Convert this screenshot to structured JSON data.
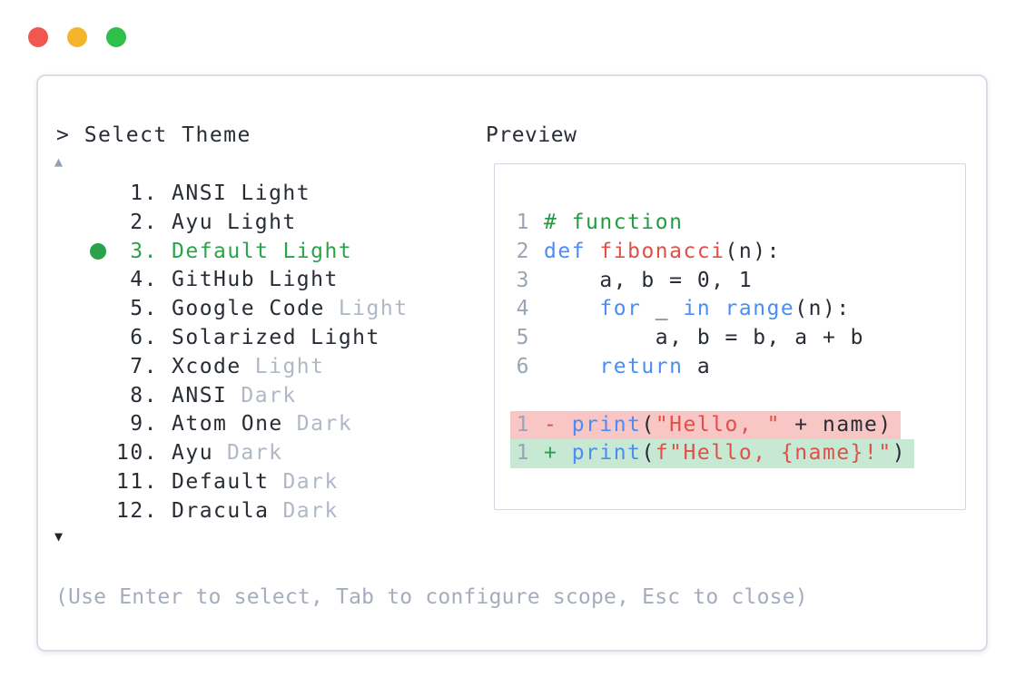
{
  "window": {
    "traffic_lights": [
      {
        "name": "close",
        "color": "#f2574f"
      },
      {
        "name": "minimize",
        "color": "#f4b52d"
      },
      {
        "name": "zoom",
        "color": "#2fbf4a"
      }
    ]
  },
  "palette": {
    "prompt": "> Select Theme",
    "scroll_up": "▲",
    "scroll_down": "▼",
    "items": [
      {
        "number": "1.",
        "name": "ANSI",
        "variant": "Light",
        "variant_dim": false,
        "selected": false
      },
      {
        "number": "2.",
        "name": "Ayu",
        "variant": "Light",
        "variant_dim": false,
        "selected": false
      },
      {
        "number": "3.",
        "name": "Default",
        "variant": "Light",
        "variant_dim": false,
        "selected": true
      },
      {
        "number": "4.",
        "name": "GitHub",
        "variant": "Light",
        "variant_dim": false,
        "selected": false
      },
      {
        "number": "5.",
        "name": "Google Code",
        "variant": "Light",
        "variant_dim": true,
        "selected": false
      },
      {
        "number": "6.",
        "name": "Solarized",
        "variant": "Light",
        "variant_dim": false,
        "selected": false
      },
      {
        "number": "7.",
        "name": "Xcode",
        "variant": "Light",
        "variant_dim": true,
        "selected": false
      },
      {
        "number": "8.",
        "name": "ANSI",
        "variant": "Dark",
        "variant_dim": true,
        "selected": false
      },
      {
        "number": "9.",
        "name": "Atom One",
        "variant": "Dark",
        "variant_dim": true,
        "selected": false
      },
      {
        "number": "10.",
        "name": "Ayu",
        "variant": "Dark",
        "variant_dim": true,
        "selected": false
      },
      {
        "number": "11.",
        "name": "Default",
        "variant": "Dark",
        "variant_dim": true,
        "selected": false
      },
      {
        "number": "12.",
        "name": "Dracula",
        "variant": "Dark",
        "variant_dim": true,
        "selected": false
      }
    ],
    "hint": "(Use Enter to select, Tab to configure scope, Esc to close)"
  },
  "preview": {
    "label": "Preview",
    "code_lines": [
      {
        "number": "1",
        "tokens": [
          {
            "text": "# function",
            "style": "comment"
          }
        ]
      },
      {
        "number": "2",
        "tokens": [
          {
            "text": "def",
            "style": "keyword"
          },
          {
            "text": " ",
            "style": "plain"
          },
          {
            "text": "fibonacci",
            "style": "name"
          },
          {
            "text": "(n):",
            "style": "plain"
          }
        ]
      },
      {
        "number": "3",
        "tokens": [
          {
            "text": "    a, b = 0, 1",
            "style": "plain"
          }
        ]
      },
      {
        "number": "4",
        "tokens": [
          {
            "text": "    ",
            "style": "plain"
          },
          {
            "text": "for",
            "style": "keyword"
          },
          {
            "text": " _ ",
            "style": "plain"
          },
          {
            "text": "in",
            "style": "keyword"
          },
          {
            "text": " ",
            "style": "plain"
          },
          {
            "text": "range",
            "style": "keyword"
          },
          {
            "text": "(n):",
            "style": "plain"
          }
        ]
      },
      {
        "number": "5",
        "tokens": [
          {
            "text": "        a, b = b, a + b",
            "style": "plain"
          }
        ]
      },
      {
        "number": "6",
        "tokens": [
          {
            "text": "    ",
            "style": "plain"
          },
          {
            "text": "return",
            "style": "keyword"
          },
          {
            "text": " a",
            "style": "plain"
          }
        ]
      }
    ],
    "diff_lines": [
      {
        "number": "1",
        "kind": "removed",
        "tokens": [
          {
            "text": "- ",
            "style": "removed-marker"
          },
          {
            "text": "print",
            "style": "keyword"
          },
          {
            "text": "(",
            "style": "plain"
          },
          {
            "text": "\"Hello, \"",
            "style": "string"
          },
          {
            "text": " + name)",
            "style": "plain"
          }
        ]
      },
      {
        "number": "1",
        "kind": "added",
        "tokens": [
          {
            "text": "+ ",
            "style": "added-marker"
          },
          {
            "text": "print",
            "style": "keyword"
          },
          {
            "text": "(",
            "style": "plain"
          },
          {
            "text": "f\"Hello, {name}!\"",
            "style": "string"
          },
          {
            "text": ")",
            "style": "plain"
          }
        ]
      }
    ]
  },
  "colors": {
    "text_dark": "#272c35",
    "text_dim": "#aeb8c6",
    "hint_gray": "#a3adbd",
    "line_number_gray": "#9aa4b5",
    "selection_green": "#2ba24c",
    "comment_green": "#259a42",
    "keyword_blue": "#4b8cf5",
    "string_red": "#df5048",
    "diff_removed_bg": "#f8c6c4",
    "diff_added_bg": "#c7e8d3",
    "panel_border": "#d8dde6",
    "preview_border": "#d2d8e1",
    "scroll_up_gray": "#93a0b4"
  }
}
